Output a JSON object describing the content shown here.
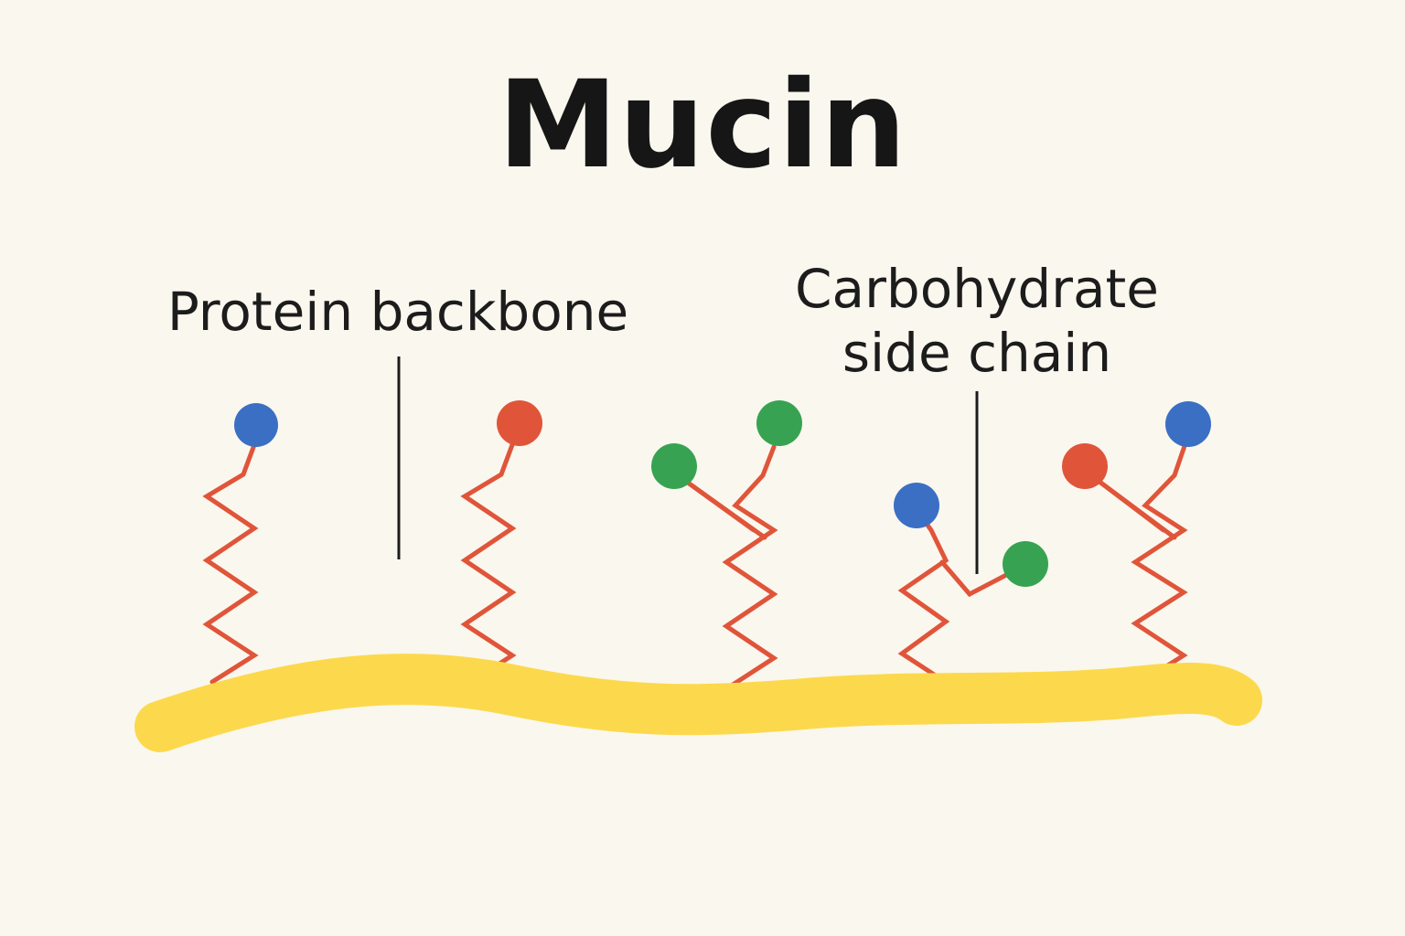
{
  "title": "Mucin",
  "labels": {
    "protein_backbone": "Protein backbone",
    "carbohydrate_line1": "Carbohydrate",
    "carbohydrate_line2": "side chain"
  },
  "colors": {
    "background": "#faf7ee",
    "backbone": "#fcd94c",
    "chain": "#e0553a",
    "blue": "#3a6fc4",
    "red": "#e0553a",
    "green": "#37a352",
    "leader_line": "#1c1c1c"
  },
  "side_chains": [
    {
      "sugars": [
        "blue"
      ]
    },
    {
      "sugars": [
        "red"
      ]
    },
    {
      "sugars": [
        "green",
        "green"
      ]
    },
    {
      "sugars": [
        "blue",
        "green"
      ]
    },
    {
      "sugars": [
        "red",
        "blue"
      ]
    }
  ]
}
